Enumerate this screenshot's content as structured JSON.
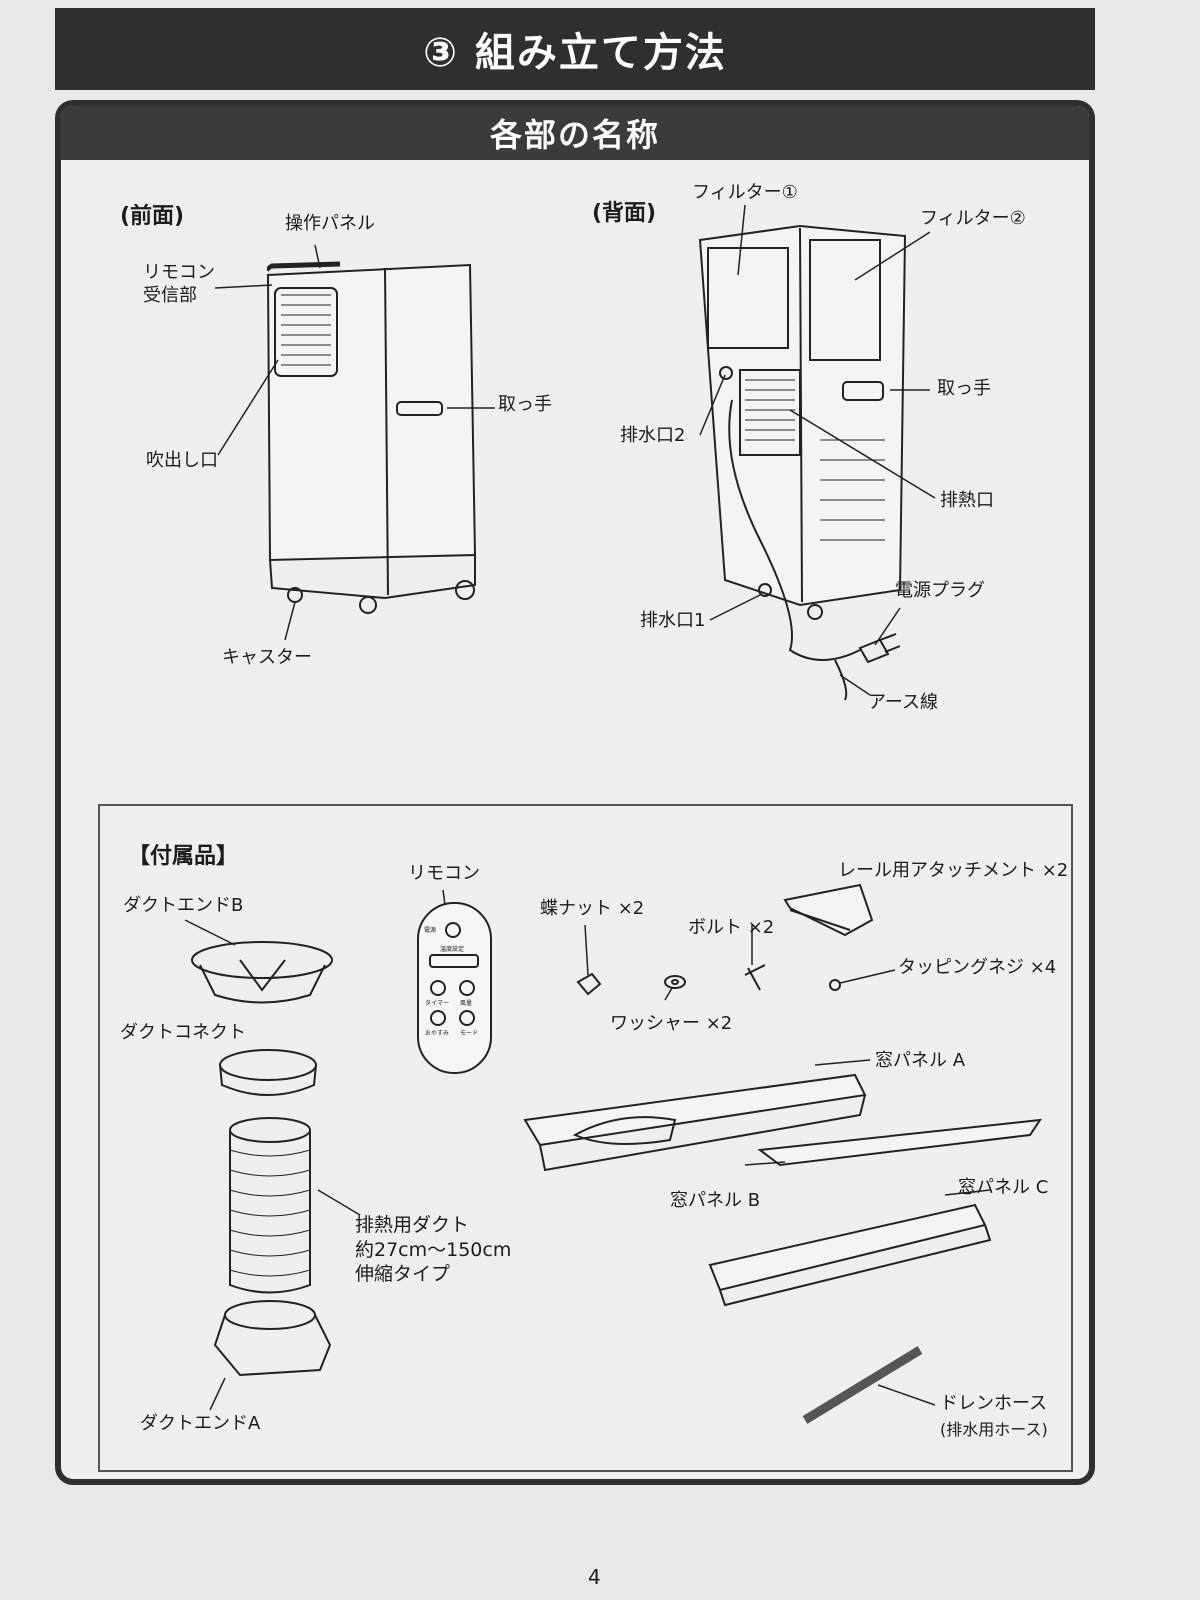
{
  "header": {
    "title": "③ 組み立て方法"
  },
  "section": {
    "title": "各部の名称"
  },
  "front": {
    "heading": "(前面)",
    "labels": {
      "control_panel": "操作パネル",
      "remote_receiver": "リモコン\n受信部",
      "air_outlet": "吹出し口",
      "handle": "取っ手",
      "caster": "キャスター"
    }
  },
  "back": {
    "heading": "(背面)",
    "labels": {
      "filter1": "フィルター①",
      "filter2": "フィルター②",
      "handle": "取っ手",
      "drain2": "排水口2",
      "exhaust": "排熱口",
      "drain1": "排水口1",
      "plug": "電源プラグ",
      "earth": "アース線"
    }
  },
  "accessories": {
    "heading": "【付属品】",
    "duct_end_b": "ダクトエンドB",
    "duct_connect": "ダクトコネクト",
    "exhaust_duct": "排熱用ダクト\n約27cm〜150cm\n伸縮タイプ",
    "duct_end_a": "ダクトエンドA",
    "remote": "リモコン",
    "remote_buttons": {
      "power": "電源",
      "temp": "温度設定",
      "timer": "タイマー",
      "wind": "風量",
      "sleep": "おやすみ",
      "mode": "モード"
    },
    "wing_nut": "蝶ナット ×2",
    "bolt": "ボルト ×2",
    "rail_attach": "レール用アタッチメント ×2",
    "tapping_screw": "タッピングネジ ×4",
    "washer": "ワッシャー ×2",
    "window_a": "窓パネル A",
    "window_b": "窓パネル B",
    "window_c": "窓パネル C",
    "drain_hose": "ドレンホース",
    "drain_hose_sub": "(排水用ホース)"
  },
  "page_number": "4"
}
